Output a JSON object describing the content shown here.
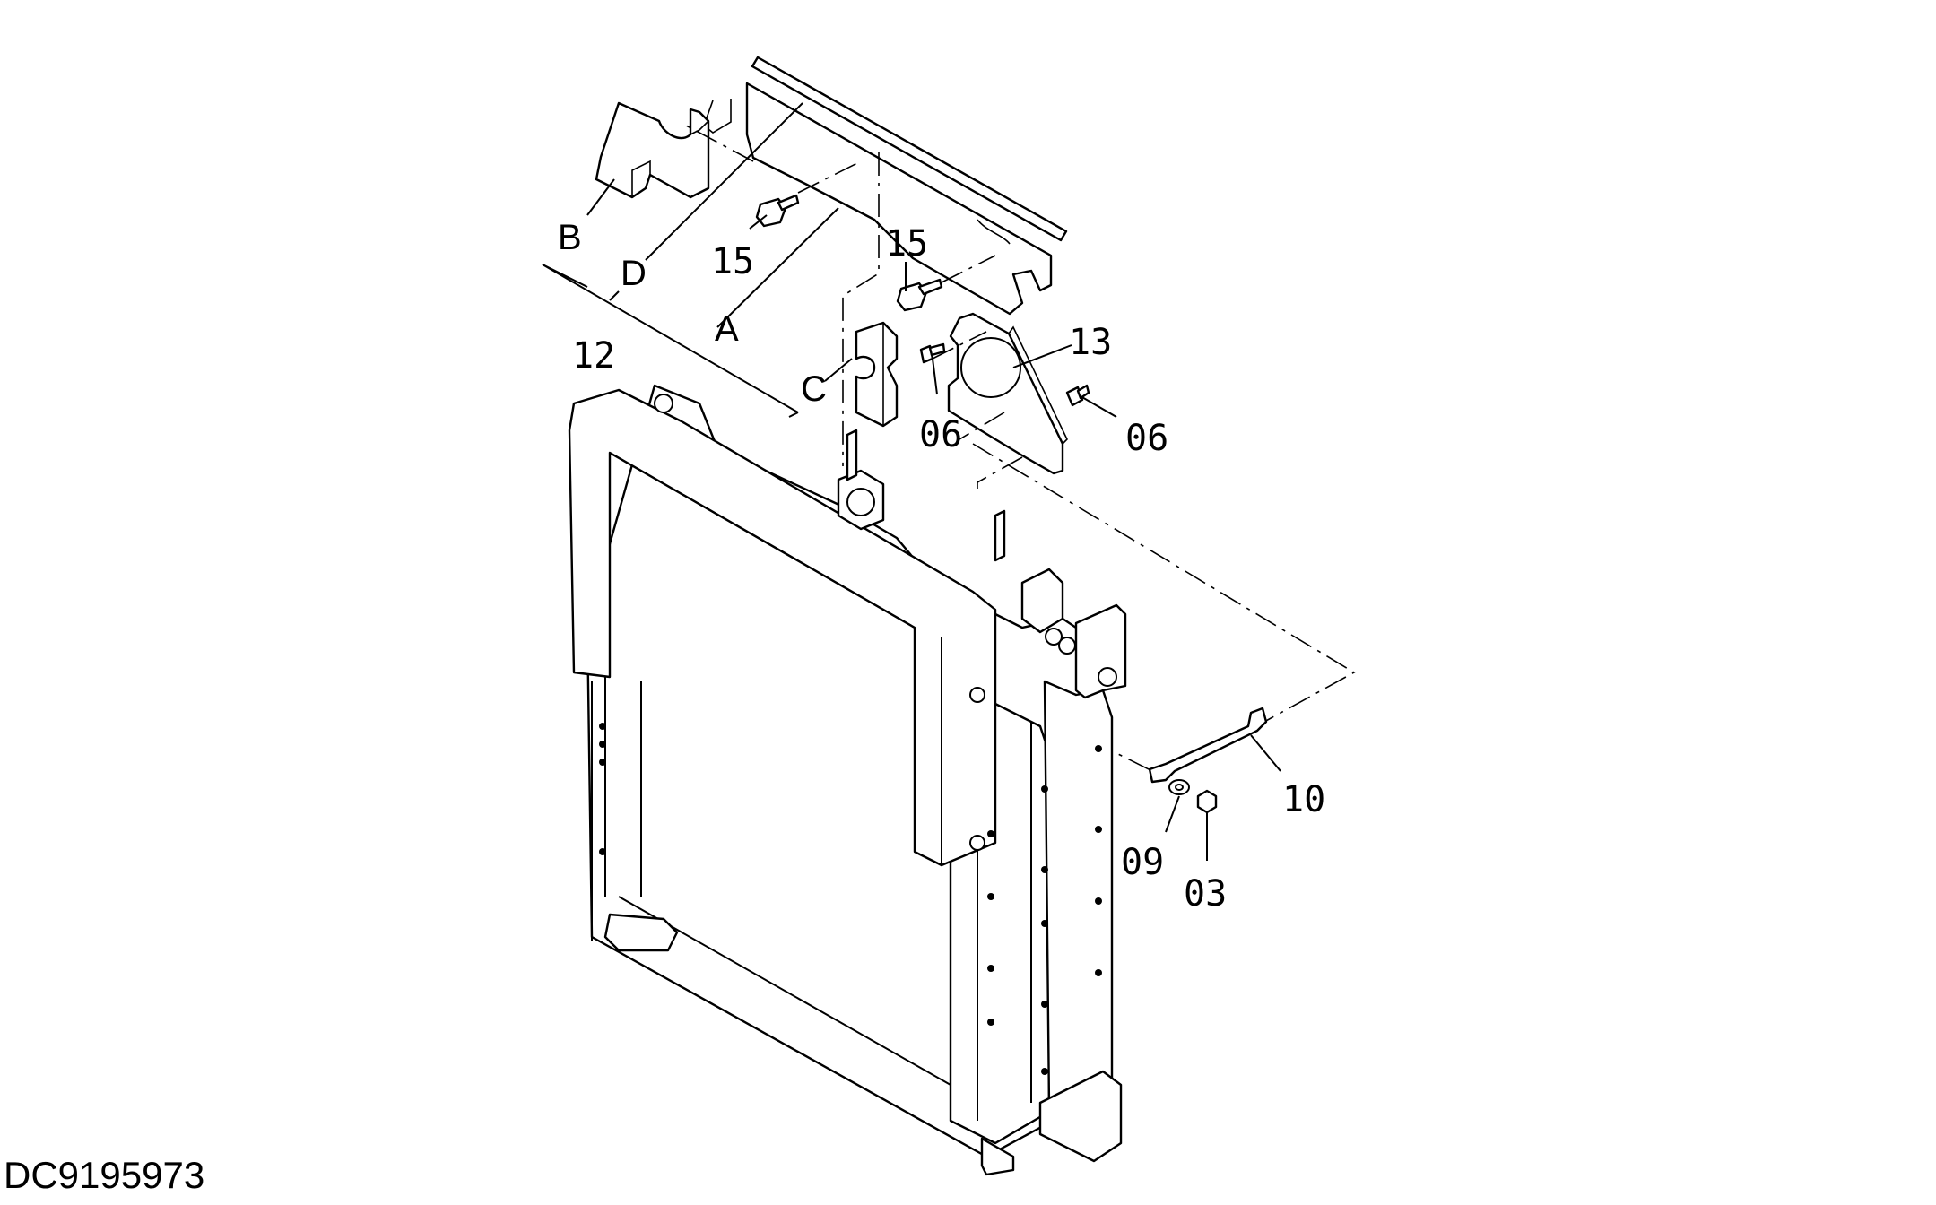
{
  "document_id": "DC9195973",
  "callouts": {
    "a": "A",
    "b": "B",
    "c": "C",
    "d": "D",
    "p12": "12",
    "p13": "13",
    "p15_left": "15",
    "p15_right": "15",
    "p06_left": "06",
    "p06_right": "06",
    "p10": "10",
    "p09": "09",
    "p03": "03"
  }
}
